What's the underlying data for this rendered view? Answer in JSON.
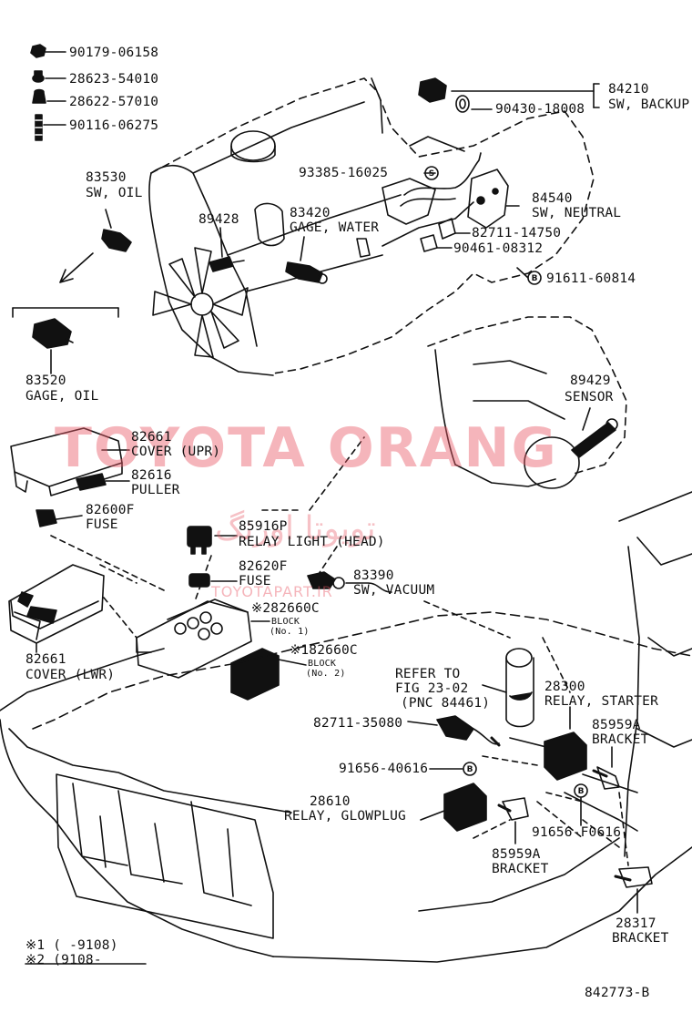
{
  "watermark": {
    "main": "TOYOTA ORANG",
    "persian": "تویوتا اورنگ",
    "site": "TOYOTAPART.IR"
  },
  "parts": {
    "p90179": "90179-06158",
    "p28623": "28623-54010",
    "p28622": "28622-57010",
    "p90116": "90116-06275",
    "p83530_num": "83530",
    "p83530_name": "SW, OIL",
    "p83520_num": "83520",
    "p83520_name": "GAGE, OIL",
    "p89428": "89428",
    "p83420_num": "83420",
    "p83420_name": "GAGE, WATER",
    "p93385": "93385-16025",
    "p84210_num": "84210",
    "p84210_name": "SW, BACKUP",
    "p90430": "90430-18008",
    "p84540_num": "84540",
    "p84540_name": "SW, NEUTRAL",
    "p82711a": "82711-14750",
    "p90461": "90461-08312",
    "p91611": "91611-60814",
    "p89429_num": "89429",
    "p89429_name": "SENSOR",
    "p82661u_num": "82661",
    "p82661u_name": "COVER (UPR)",
    "p82616_num": "82616",
    "p82616_name": "PULLER",
    "p82600_num": "82600F",
    "p82600_name": "FUSE",
    "p85916_num": "85916P",
    "p85916_name": "RELAY LIGHT (HEAD)",
    "p82620_num": "82620F",
    "p82620_name": "FUSE",
    "p83390_num": "83390",
    "p83390_name": "SW, VACUUM",
    "p82660_1_num": "※282660C",
    "p82660_1_sub1": "BLOCK",
    "p82660_1_sub2": "(No. 1)",
    "p82660_2_num": "※182660C",
    "p82660_2_sub1": "BLOCK",
    "p82660_2_sub2": "(No. 2)",
    "p82661l_num": "82661",
    "p82661l_name": "COVER (LWR)",
    "refer1": "REFER TO",
    "refer2": "FIG 23-02",
    "refer3": "(PNC 84461)",
    "p28300_num": "28300",
    "p28300_name": "RELAY, STARTER",
    "p82711b": "82711-35080",
    "p85959a_r_num": "85959A",
    "p85959a_r_name": "BRACKET",
    "p91656a": "91656-40616",
    "p28610_num": "28610",
    "p28610_name": "RELAY, GLOWPLUG",
    "p91656b": "91656-F0616",
    "p85959a_c_num": "85959A",
    "p85959a_c_name": "BRACKET",
    "p28317_num": "28317",
    "p28317_name": "BRACKET"
  },
  "footnotes": {
    "note1": "※1 (    -9108)",
    "note2": "※2 (9108-    "
  },
  "figure_code": "842773-B",
  "markers": {
    "s": "S",
    "b": "B"
  }
}
